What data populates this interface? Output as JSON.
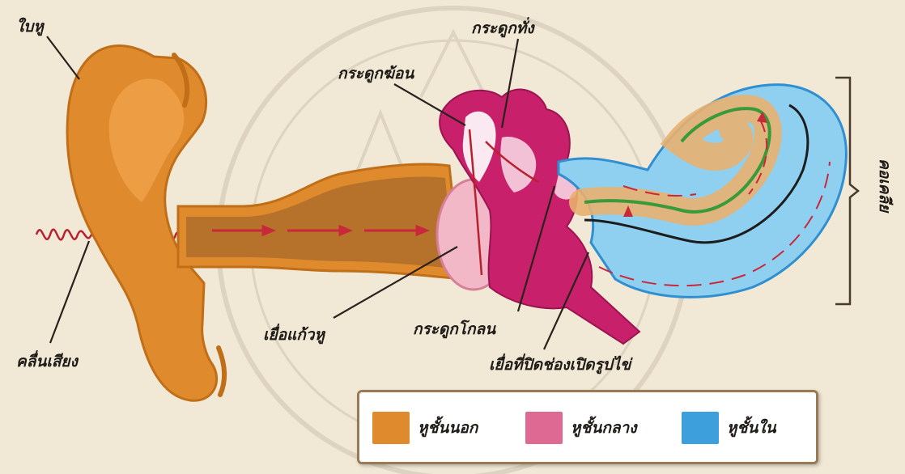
{
  "labels": {
    "auricle": "ใบหู",
    "incus": "กระดูกทั่ง",
    "malleus": "กระดูกฆ้อน",
    "cochlea": "คอเคลีย",
    "eardrum": "เยื่อแก้วหู",
    "stapes": "กระดูกโกลน",
    "sound_wave": "คลื่นเสียง",
    "oval_window": "เยื่อที่ปิดช่องเปิดรูปไข่"
  },
  "legend": [
    {
      "label": "หูชั้นนอก",
      "color": "#e08a2e"
    },
    {
      "label": "หูชั้นกลาง",
      "color": "#de6a93"
    },
    {
      "label": "หูชั้นใน",
      "color": "#3d9fdc"
    }
  ],
  "colors": {
    "outer_ear": "#e08a2e",
    "middle_ear": "#c8206a",
    "inner_ear": "#8fd0f0",
    "sound_arrow": "#c9283a",
    "background": "#f1e8d6"
  }
}
